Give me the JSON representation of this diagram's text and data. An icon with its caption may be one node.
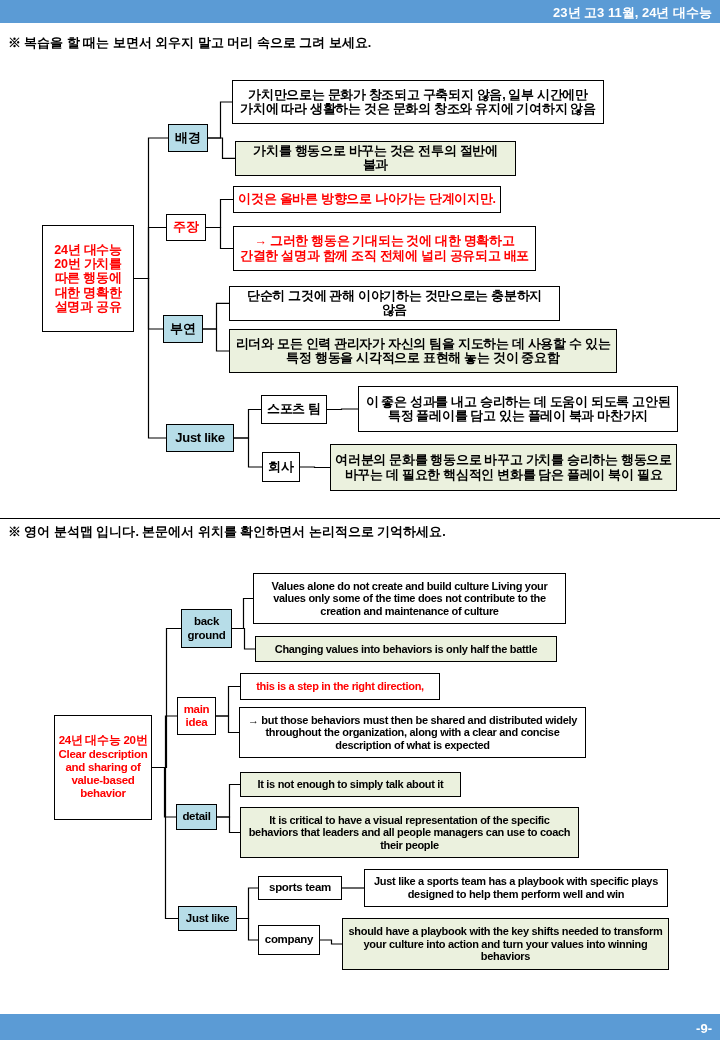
{
  "diagram": {
    "nodes": [
      {
        "text": [
          "24년 대수능 20번 가치를 따른 행동에 대한 명확한 설명과 공유"
        ]
      },
      {
        "text": [
          "배경"
        ]
      },
      {
        "text": [
          "가치만으로는 문화가 창조되고 구축되지 않음, 일부 시간에만 가치에 따라 생활하는 것은 문화의 창조와 유지에 기여하지 않음"
        ]
      },
      {
        "text": [
          "가치를 행동으로 바꾸는 것은 전투의 절반에 불과"
        ]
      },
      {
        "text": [
          "주장"
        ]
      },
      {
        "text": [
          "이것은 올바른 방향으로 나아가는 단계이지만."
        ]
      },
      {
        "text": [
          "→ 그러한 행동은 기대되는 것에 대한 명확하고 간결한 설명과 함께 조직 전체에 널리 공유되고 배포"
        ]
      },
      {
        "text": [
          "부연"
        ]
      },
      {
        "text": [
          "단순히 그것에 관해 이야기하는 것만으로는 충분하지 않음"
        ]
      },
      {
        "text": [
          "리더와 모든 인력 관리자가 자신의 팀을 지도하는 데 사용할 수 있는 특정 행동을 시각적으로 표현해 놓는 것이 중요함"
        ]
      },
      {
        "text": [
          "Just like"
        ]
      },
      {
        "text": [
          "스포츠 팀"
        ]
      },
      {
        "text": [
          "이 좋은 성과를 내고 승리하는 데 도움이 되도록 고안된 특정 플레이를 담고 있는 플레이 북과 마찬가지"
        ]
      },
      {
        "text": [
          "회사"
        ]
      },
      {
        "text": [
          "여러분의 문화를 행동으로 바꾸고 가치를 승리하는 행동으로 바꾸는 데 필요한 핵심적인 변화를 담은 플레이 북이 필요"
        ]
      },
      {
        "text": [
          "24년 대수능 20번 Clear description and sharing of value-based behavior"
        ]
      },
      {
        "text": [
          "back ground"
        ]
      },
      {
        "text": [
          "Values alone do not create and build culture Living your values only some of the time does not contribute to the creation and maintenance of culture"
        ]
      },
      {
        "text": [
          "Changing values into behaviors is only half the battle"
        ]
      },
      {
        "text": [
          "main idea"
        ]
      },
      {
        "text": [
          "this is a step in the right direction,"
        ]
      },
      {
        "text": [
          "→ but those behaviors must then be shared and distributed widely throughout the organization, along with a clear and concise description of what is expected"
        ]
      },
      {
        "text": [
          "detail"
        ]
      },
      {
        "text": [
          "It is not enough to simply talk about it"
        ]
      },
      {
        "text": [
          "It is critical to have a visual representation of the specific behaviors that leaders and all people managers can use to coach their people"
        ]
      },
      {
        "text": [
          "Just like"
        ]
      },
      {
        "text": [
          "sports team"
        ]
      },
      {
        "text": [
          "Just like a sports team has a playbook with specific plays designed to help them perform well and win"
        ]
      },
      {
        "text": [
          "company"
        ]
      },
      {
        "text": [
          "should have a playbook with the key shifts needed to transform your culture into action and turn your values into winning behaviors"
        ]
      }
    ],
    "edges": [
      {
        "from": 0,
        "to": 1,
        "arrow": "none"
      },
      {
        "from": 0,
        "to": 4,
        "arrow": "none"
      },
      {
        "from": 0,
        "to": 7,
        "arrow": "none"
      },
      {
        "from": 0,
        "to": 10,
        "arrow": "none"
      },
      {
        "from": 1,
        "to": 2,
        "arrow": "none"
      },
      {
        "from": 1,
        "to": 3,
        "arrow": "none"
      },
      {
        "from": 4,
        "to": 5,
        "arrow": "none"
      },
      {
        "from": 4,
        "to": 6,
        "arrow": "none"
      },
      {
        "from": 7,
        "to": 8,
        "arrow": "none"
      },
      {
        "from": 7,
        "to": 9,
        "arrow": "none"
      },
      {
        "from": 10,
        "to": 11,
        "arrow": "none"
      },
      {
        "from": 10,
        "to": 13,
        "arrow": "none"
      },
      {
        "from": 11,
        "to": 12,
        "arrow": "none"
      },
      {
        "from": 13,
        "to": 14,
        "arrow": "none"
      },
      {
        "from": 15,
        "to": 16,
        "arrow": "none"
      },
      {
        "from": 15,
        "to": 19,
        "arrow": "none"
      },
      {
        "from": 15,
        "to": 22,
        "arrow": "none"
      },
      {
        "from": 15,
        "to": 25,
        "arrow": "none"
      },
      {
        "from": 16,
        "to": 17,
        "arrow": "none"
      },
      {
        "from": 16,
        "to": 18,
        "arrow": "none"
      },
      {
        "from": 19,
        "to": 20,
        "arrow": "none"
      },
      {
        "from": 19,
        "to": 21,
        "arrow": "none"
      },
      {
        "from": 22,
        "to": 23,
        "arrow": "none"
      },
      {
        "from": 22,
        "to": 24,
        "arrow": "none"
      },
      {
        "from": 25,
        "to": 26,
        "arrow": "none"
      },
      {
        "from": 25,
        "to": 28,
        "arrow": "none"
      },
      {
        "from": 26,
        "to": 27,
        "arrow": "none"
      },
      {
        "from": 28,
        "to": 29,
        "arrow": "none"
      }
    ],
    "labels": [
      "23년 고3 11월, 24년 대수능",
      "※ 복습을 할 때는 보면서 외우지 말고 머리 속으로 그려 보세요.",
      "※ 영어 분석맵 입니다. 본문에서 위치를 확인하면서 논리적으로 기억하세요.",
      "-9-"
    ]
  }
}
